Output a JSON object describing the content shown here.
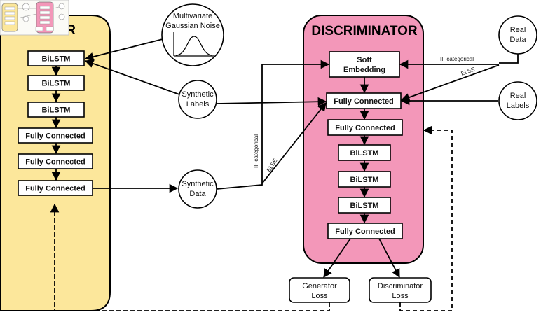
{
  "generator": {
    "title": "ATOR",
    "fill": "#FCE79B",
    "layers": [
      "BiLSTM",
      "BiLSTM",
      "BiLSTM",
      "Fully Connected",
      "Fully Connected",
      "Fully Connected"
    ]
  },
  "discriminator": {
    "title": "DISCRIMINATOR",
    "fill": "#F397B9",
    "soft_embedding": [
      "Soft",
      "Embedding"
    ],
    "layers": [
      "Fully Connected",
      "Fully Connected",
      "BiLSTM",
      "BiLSTM",
      "BiLSTM",
      "Fully Connected"
    ]
  },
  "inputs": {
    "noise": [
      "Multivariate",
      "Gaussian Noise"
    ],
    "synthetic_labels": [
      "Synthetic",
      "Labels"
    ],
    "synthetic_data": [
      "Synthetic",
      "Data"
    ],
    "real_data": [
      "Real",
      "Data"
    ],
    "real_labels": [
      "Real",
      "Labels"
    ]
  },
  "losses": {
    "generator": [
      "Generator",
      "Loss"
    ],
    "discriminator": [
      "Discriminator",
      "Loss"
    ]
  },
  "edge_labels": {
    "if_categorical": "IF categorical",
    "else": "ELSE"
  }
}
